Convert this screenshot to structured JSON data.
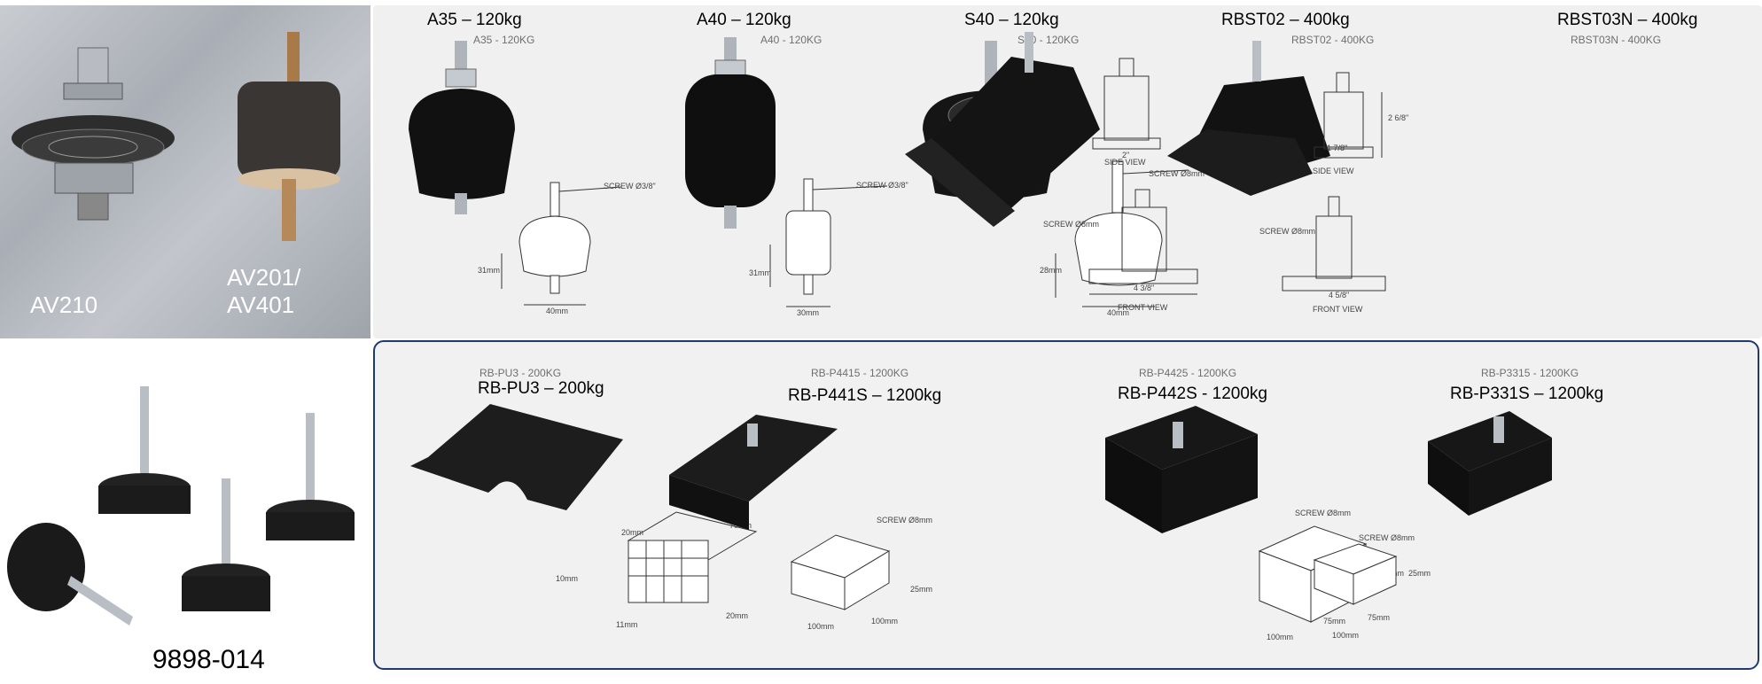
{
  "photo_av": {
    "label_left": "AV210",
    "label_right": "AV201/ AV401"
  },
  "top_items": [
    {
      "title": "A35 – 120kg",
      "subtitle": "A35 - 120KG"
    },
    {
      "title": "A40 – 120kg",
      "subtitle": "A40 - 120KG"
    },
    {
      "title": "S40 – 120kg",
      "subtitle": "S40 - 120KG"
    },
    {
      "title": "RBST02 – 400kg",
      "subtitle": "RBST02 - 400KG"
    },
    {
      "title": "RBST03N – 400kg",
      "subtitle": "RBST03N - 400KG"
    }
  ],
  "bottom_items": [
    {
      "title": "RB-PU3 – 200kg",
      "subtitle": "RB-PU3 - 200KG"
    },
    {
      "title": "RB-P441S – 1200kg",
      "subtitle": "RB-P4415 - 1200KG"
    },
    {
      "title": "RB-P442S - 1200kg",
      "subtitle": "RB-P4425 - 1200KG"
    },
    {
      "title": "RB-P331S – 1200kg",
      "subtitle": "RB-P3315 - 1200KG"
    }
  ],
  "diagram_text": {
    "screw_a35": "SCREW Ø3/8\"",
    "screw_a40": "SCREW Ø3/8\"",
    "screw_s40": "SCREW Ø8mm",
    "screw_8mm": "SCREW Ø8mm",
    "side_view": "SIDE VIEW",
    "front_view": "FRONT VIEW",
    "w_a35": "40mm",
    "w_a40": "30mm",
    "w_s40": "40mm",
    "h_a35": "31mm",
    "h_a40": "31mm",
    "h_s40": "28mm",
    "rbst02_front": "4 3/8\"",
    "rbst03_front": "4 5/8\"",
    "rbst03_side_w": "1 7/8\"",
    "rbst03_side_h": "2 6/8\"",
    "rbst02_side_w": "2\"",
    "pu3_dim_a": "20mm",
    "pu3_dim_b": "70mm",
    "pu3_dim_c": "10mm",
    "pu3_dim_d": "11mm",
    "pu3_dim_e": "20mm",
    "p441_h": "25mm",
    "p441_w": "100mm",
    "p441_d": "100mm",
    "p442_h": "45mm",
    "p442_w": "100mm",
    "p442_d": "100mm",
    "p331_h": "25mm",
    "p331_w": "75mm",
    "p331_d": "75mm"
  },
  "product_code": "9898-014"
}
